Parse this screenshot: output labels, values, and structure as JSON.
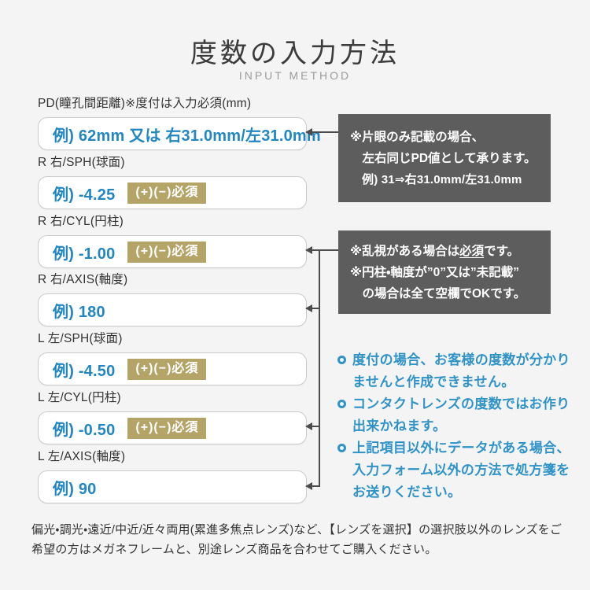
{
  "header": {
    "title": "度数の入力方法",
    "subtitle": "INPUT METHOD"
  },
  "form": {
    "rows": [
      {
        "id": "pd",
        "label": "PD(瞳孔間距離)※度付は入力必須(mm)",
        "example": "例) 62mm 又は 右31.0mm/左31.0mm",
        "badge": ""
      },
      {
        "id": "r-sph",
        "label": "R 右/SPH(球面)",
        "example": "例) -4.25",
        "badge": "(+)(−)必須"
      },
      {
        "id": "r-cyl",
        "label": "R 右/CYL(円柱)",
        "example": "例) -1.00",
        "badge": "(+)(−)必須"
      },
      {
        "id": "r-axis",
        "label": "R 右/AXIS(軸度)",
        "example": "例) 180",
        "badge": ""
      },
      {
        "id": "l-sph",
        "label": "L 左/SPH(球面)",
        "example": "例) -4.50",
        "badge": "(+)(−)必須"
      },
      {
        "id": "l-cyl",
        "label": "L 左/CYL(円柱)",
        "example": "例) -0.50",
        "badge": "(+)(−)必須"
      },
      {
        "id": "l-axis",
        "label": "L 左/AXIS(軸度)",
        "example": "例) 90",
        "badge": ""
      }
    ]
  },
  "callouts": {
    "pd_note": {
      "lines": [
        "※片眼のみ記載の場合、",
        "左右同じPD値として承ります。",
        "例) 31⇒右31.0mm/左31.0mm"
      ]
    },
    "cyl_note": {
      "line1_prefix": "※乱視がある場合は",
      "line1_underlined": "必須",
      "line1_suffix": "です。",
      "line2": "※円柱・軸度が”0”又は”未記載”",
      "line3": "の場合は全て空欄でOKです。"
    }
  },
  "notes": {
    "items": [
      "度付の場合、お客様の度数が分かりませんと作成できません。",
      "コンタクトレンズの度数ではお作り出来かねます。",
      "上記項目以外にデータがある場合、入力フォーム以外の方法で処方箋をお送りください。"
    ]
  },
  "footer": {
    "text": "偏光・調光・遠近/中近/近々両用(累進多焦点レンズ)など、【レンズを選択】の選択肢以外のレンズをご希望の方はメガネフレームと、別途レンズ商品を合わせてご購入ください。"
  },
  "colors": {
    "page_bg": "#f4f4f5",
    "accent_blue": "#2186c2",
    "note_blue": "#3093c7",
    "badge_bg": "#b5a468",
    "badge_text": "#ffffff",
    "callout_bg": "#5d5d5d",
    "callout_text": "#ffffff",
    "line": "#4c4c4c",
    "box_border": "#cbcbcb",
    "subtitle_gray": "#9b9b9b",
    "text_dark": "#333333"
  }
}
